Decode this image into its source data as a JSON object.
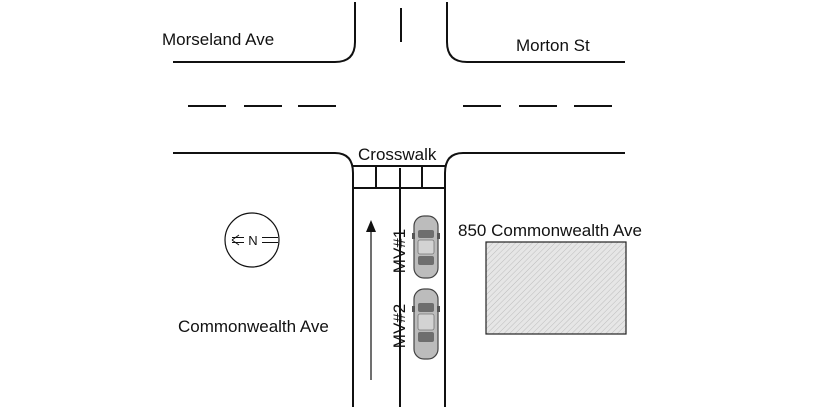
{
  "labels": {
    "morseland": "Morseland Ave",
    "morton": "Morton St",
    "crosswalk": "Crosswalk",
    "address": "850 Commonwealth Ave",
    "commonwealth": "Commonwealth Ave",
    "vehicle1": "MV#1",
    "vehicle2": "MV#2",
    "compass": "N"
  },
  "colors": {
    "line": "#111111",
    "car_body": "#b8b8b8",
    "car_glass": "#6e6e6e",
    "building_fill": "#e2e2e2"
  },
  "icons": {
    "compass": "north-arrow-icon",
    "car": "car-icon",
    "travel_direction": "arrow-up-icon"
  }
}
